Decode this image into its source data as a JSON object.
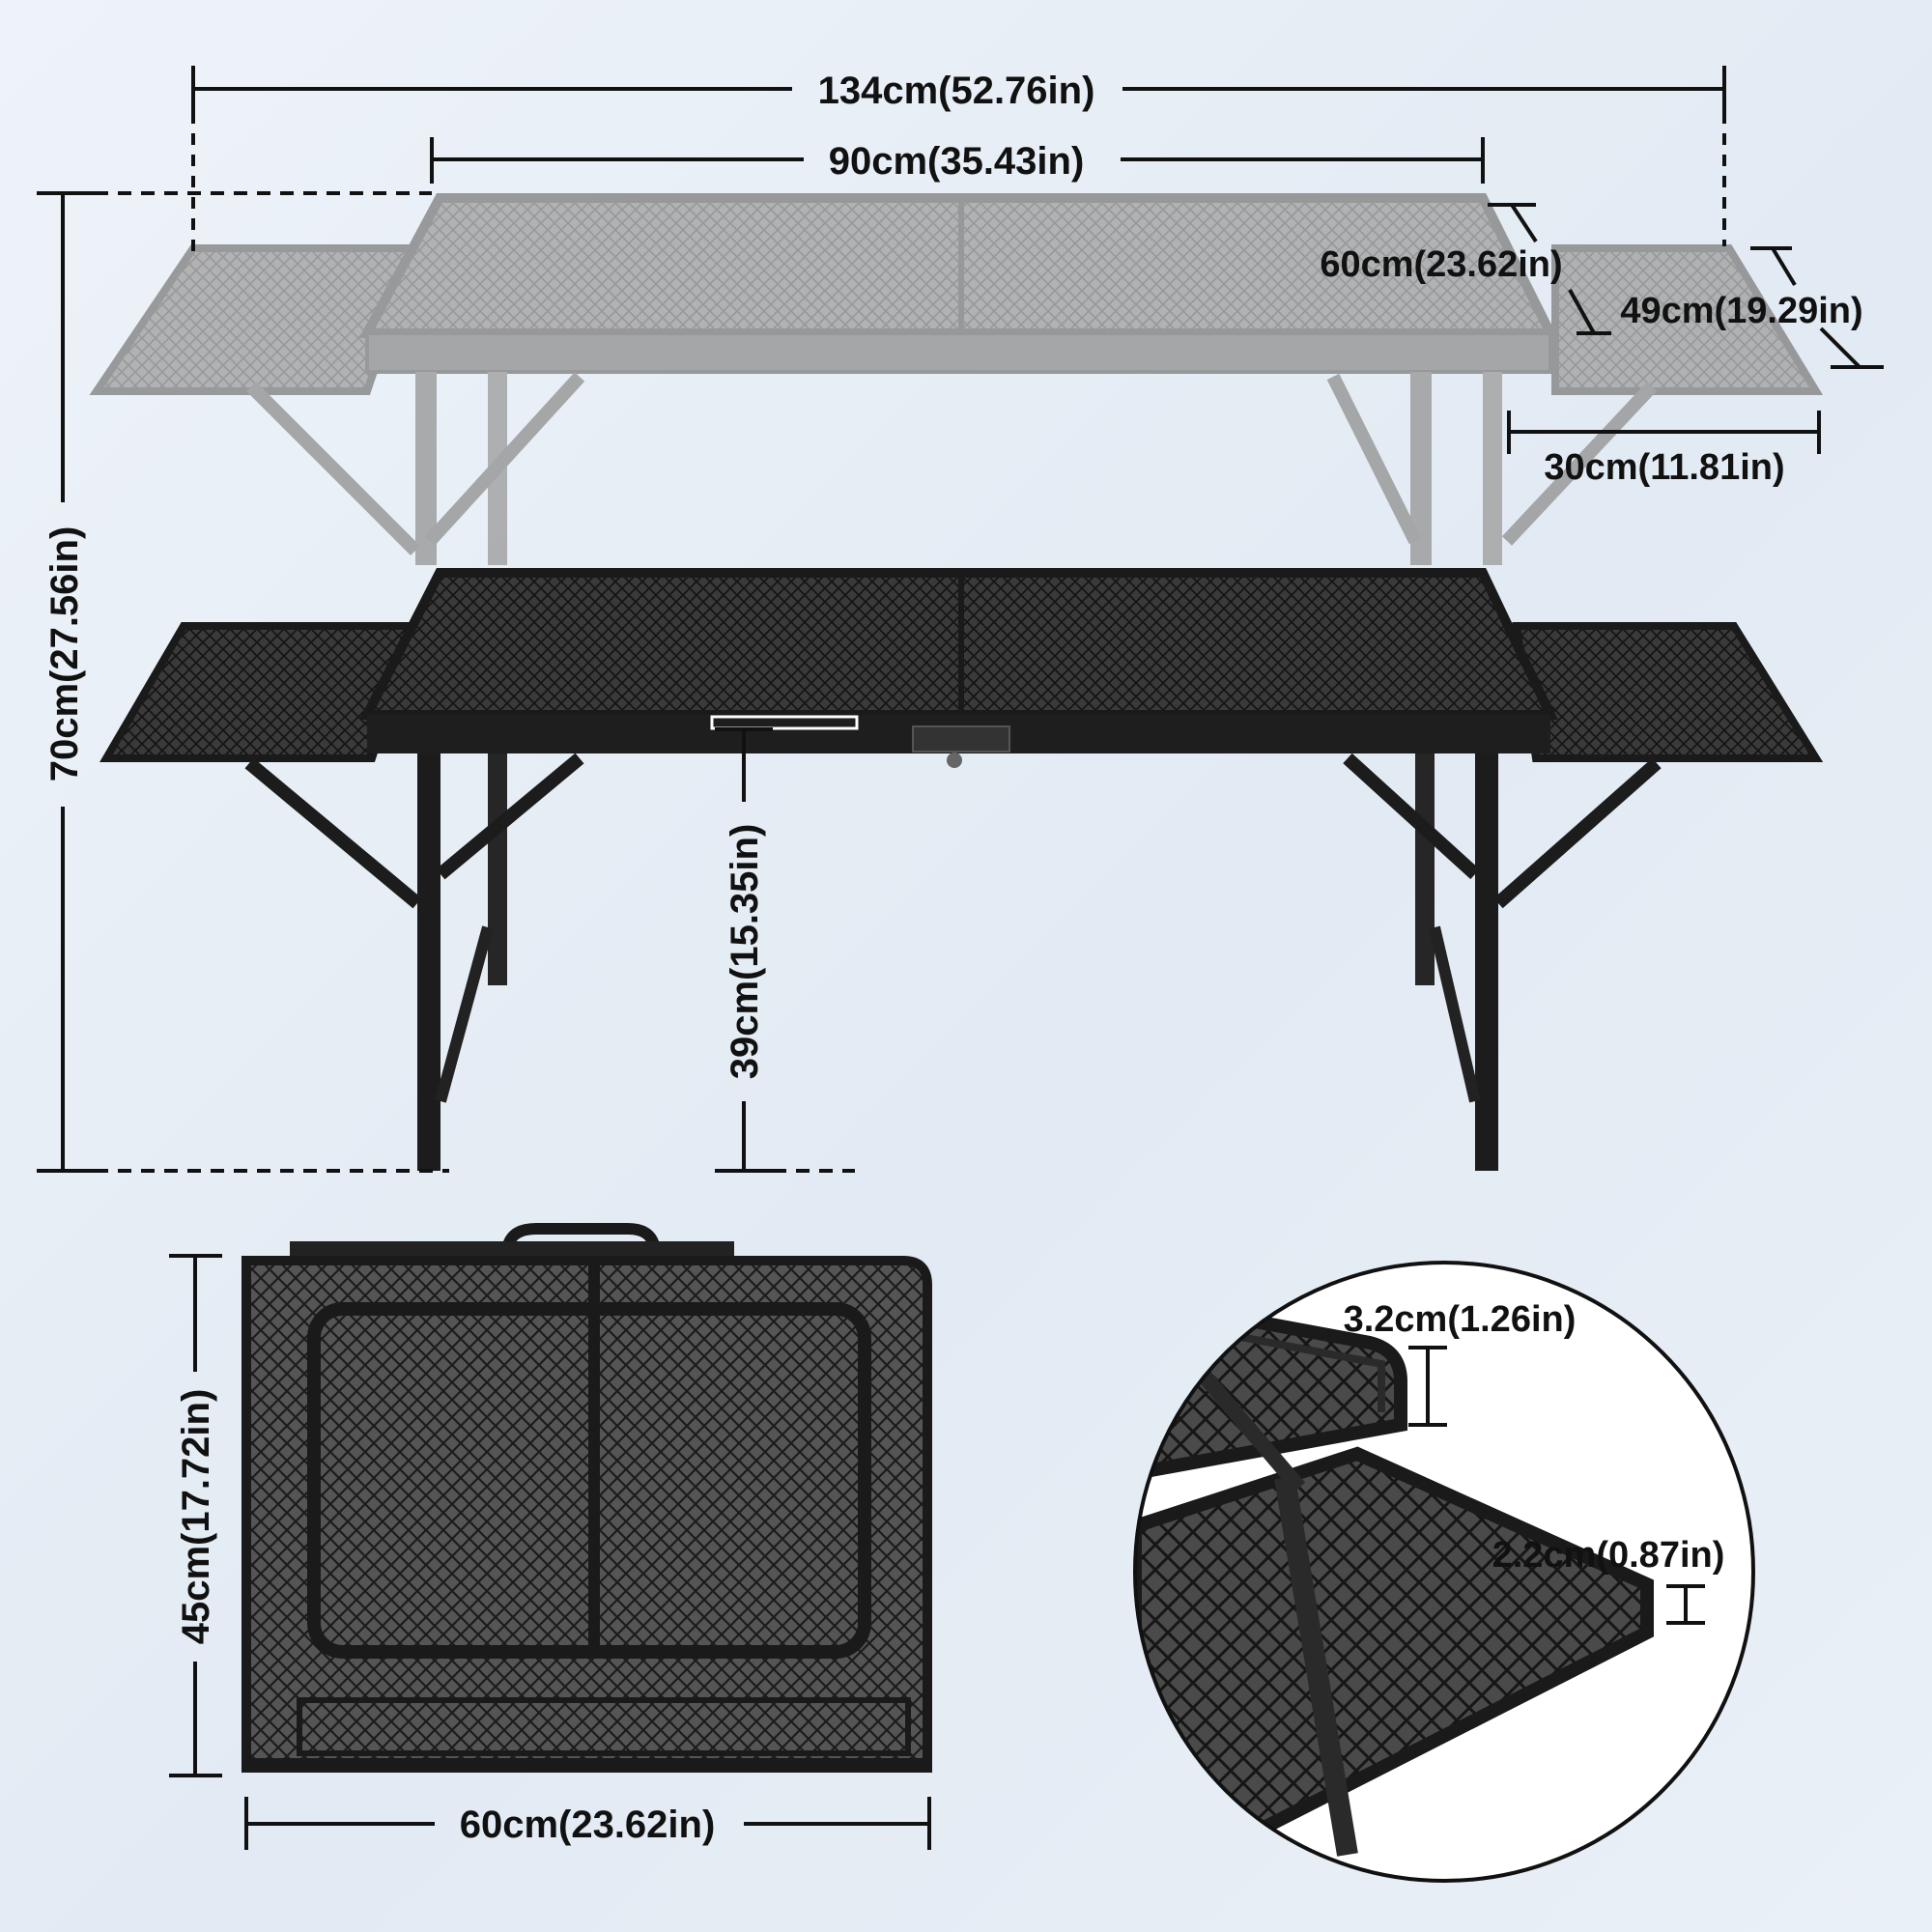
{
  "colors": {
    "background": "#e6edf5",
    "dimension_line": "#111111",
    "table_black": "#1a1a1a",
    "table_ghost": "#8f8f8f"
  },
  "dimensions": {
    "total_width": "134cm(52.76in)",
    "table_top_width": "90cm(35.43in)",
    "table_depth": "60cm(23.62in)",
    "side_shelf_depth": "49cm(19.29in)",
    "side_shelf_width": "30cm(11.81in)",
    "max_height": "70cm(27.56in)",
    "low_height": "39cm(15.35in)",
    "folded_height": "45cm(17.72in)",
    "folded_width": "60cm(23.62in)",
    "top_thickness": "3.2cm(1.26in)",
    "shelf_thickness": "2.2cm(0.87in)"
  },
  "illustrations": {
    "raised_table": "ghost-raised-table",
    "lowered_table": "black-lowered-table",
    "folded_case": "folded-carry-case",
    "detail_zoom": "edge-thickness-detail"
  }
}
